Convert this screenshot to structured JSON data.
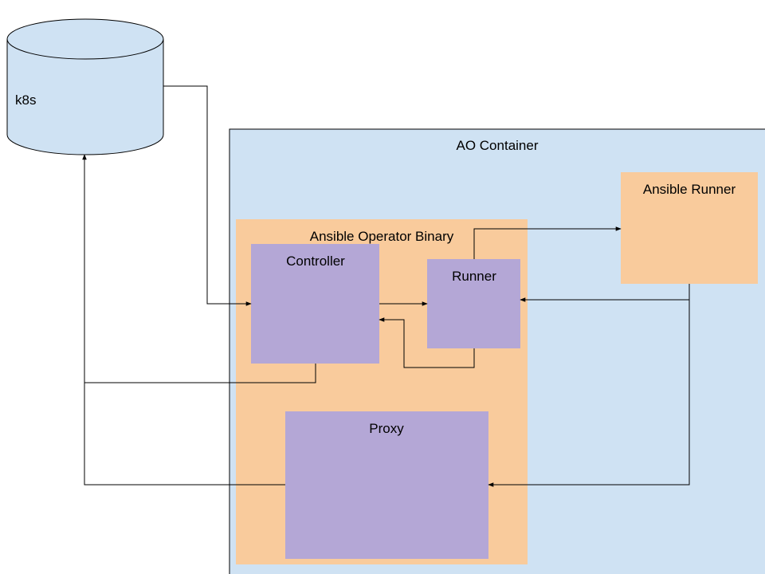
{
  "labels": {
    "k8s": "k8s",
    "ao_container": "AO Container",
    "ansible_runner": "Ansible Runner",
    "ansible_operator_binary": "Ansible Operator Binary",
    "controller": "Controller",
    "runner": "Runner",
    "proxy": "Proxy"
  },
  "colors": {
    "container_fill": "#cfe2f3",
    "binary_fill": "#f9cb9c",
    "component_fill": "#b4a7d6",
    "outline": "#000000"
  }
}
